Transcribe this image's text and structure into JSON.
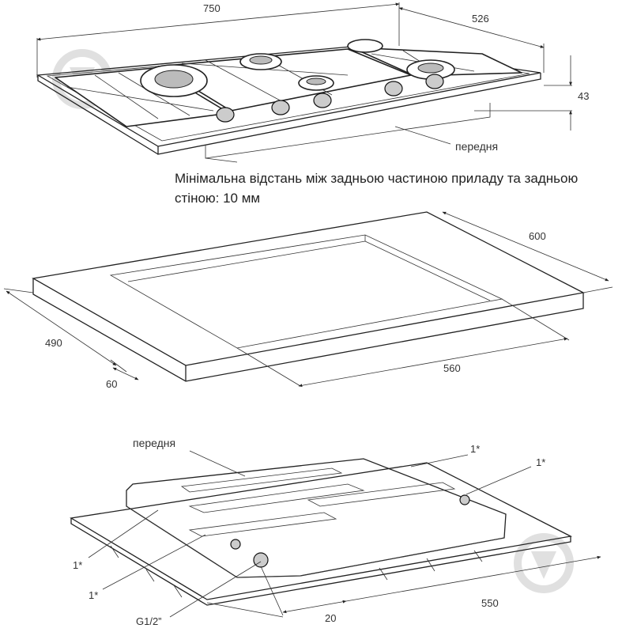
{
  "top_view": {
    "dim_width": "750",
    "dim_depth": "526",
    "dim_height": "43",
    "front_label": "передня"
  },
  "note": {
    "line1": "Мінімальна відстань між задньою частиною приладу та задньою",
    "line2": "стіною: 10 мм"
  },
  "cutout": {
    "dim_back": "600",
    "dim_side": "490",
    "dim_front": "60",
    "dim_width": "560"
  },
  "bottom_view": {
    "front_label": "передня",
    "mark_1": "1*",
    "mark_2": "1*",
    "mark_3": "1*",
    "mark_4": "1*",
    "gas_connection": "G1/2”",
    "dim_offset": "20",
    "dim_width": "550"
  },
  "icons": [
    "watermark-logo-icon",
    "arrow-head-icon"
  ]
}
